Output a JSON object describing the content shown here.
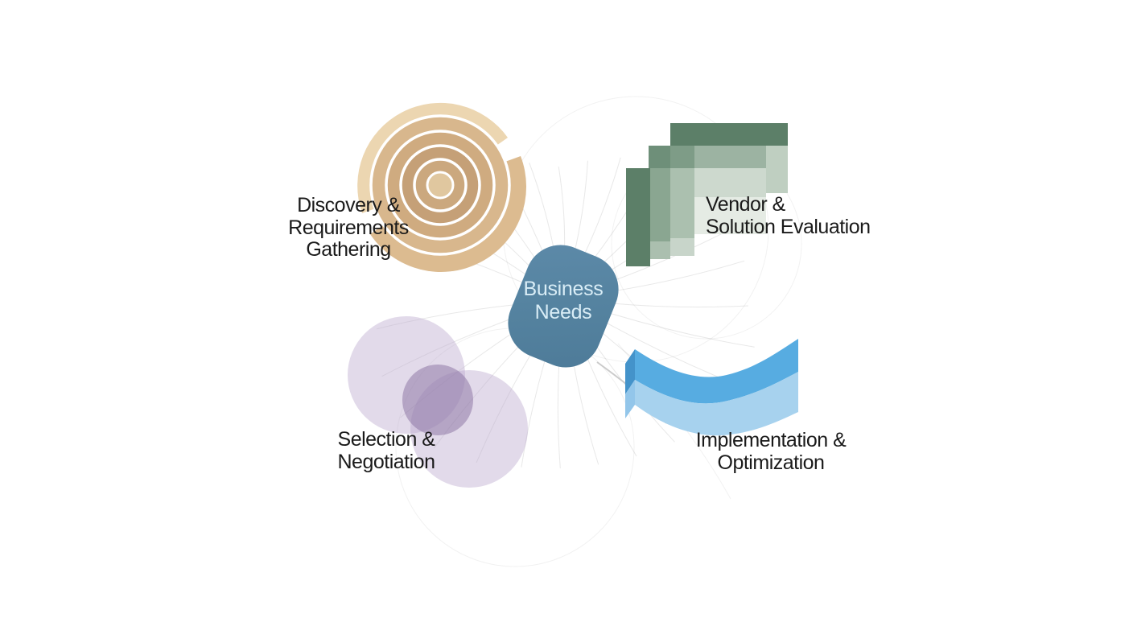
{
  "title_node": {
    "lines": [
      "Business",
      "Needs"
    ]
  },
  "nodes": {
    "discovery": {
      "lines": [
        "Discovery &",
        "Requirements",
        "Gathering"
      ],
      "icon": "spiral-shell-icon",
      "position": "top-left"
    },
    "vendor": {
      "lines": [
        "Vendor &",
        "Solution Evaluation"
      ],
      "icon": "layered-steps-icon",
      "position": "top-right"
    },
    "selection": {
      "lines": [
        "Selection &",
        "Negotiation"
      ],
      "icon": "overlapping-circles-icon",
      "position": "bottom-left"
    },
    "implementation": {
      "lines": [
        "Implementation &",
        "Optimization"
      ],
      "icon": "wave-ribbon-icon",
      "position": "bottom-right"
    }
  },
  "colors": {
    "background": "#ffffff",
    "center_node": "#5887a6",
    "center_node_text": "#d9edf6",
    "label_text": "#1a1a1a",
    "spiral_tan_light": "#ecd6b1",
    "spiral_tan_medium": "#dcbb90",
    "spiral_ring_dark": "#c5a077",
    "steps_green_dark": "#5c7f68",
    "steps_green_medium": "#8aa691",
    "steps_green_light": "#cdd9ce",
    "circles_purple_light": "#e2dbea",
    "circles_purple_dark": "#af9ec1",
    "wave_blue_dark": "#57ace1",
    "wave_blue_light": "#a7d2ee",
    "connector_line": "#d9d9d9"
  }
}
